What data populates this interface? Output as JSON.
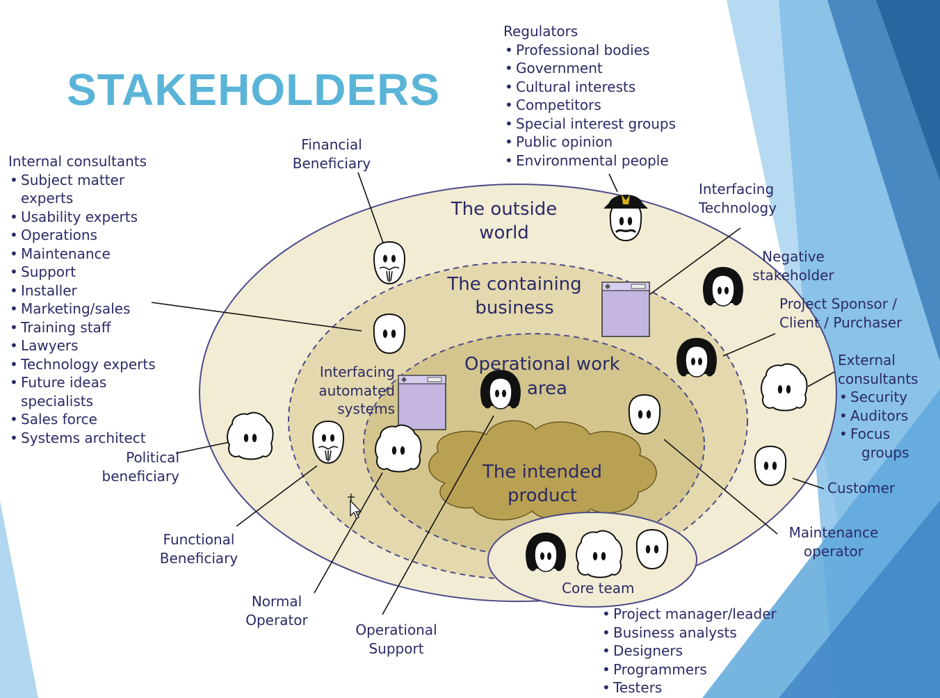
{
  "title": "STAKEHOLDERS",
  "zones": {
    "outside_world": [
      "The outside",
      "world"
    ],
    "containing_business": [
      "The containing",
      "business"
    ],
    "operational_work_area_l1": "Operational work",
    "operational_work_area_l2": "area",
    "intended_product": [
      "The intended",
      "product"
    ],
    "core_team": "Core team"
  },
  "regulators": {
    "heading": "Regulators",
    "items": [
      "Professional bodies",
      "Government",
      "Cultural interests",
      "Competitors",
      "Special interest groups",
      "Public opinion",
      "Environmental people"
    ]
  },
  "internal_consultants": {
    "heading": "Internal consultants",
    "items": [
      "Subject matter",
      "Usability experts",
      "Operations",
      "Maintenance",
      "Support",
      "Installer",
      "Marketing/sales",
      "Training staff",
      "Lawyers",
      "Technology experts",
      "Future ideas",
      "Sales force",
      "Systems architect"
    ],
    "subject_matter_cont": "experts",
    "future_ideas_cont": "specialists"
  },
  "financial_beneficiary": [
    "Financial",
    "Beneficiary"
  ],
  "interfacing_technology": [
    "Interfacing",
    "Technology"
  ],
  "negative_stakeholder": [
    "Negative",
    "stakeholder"
  ],
  "project_sponsor": [
    "Project Sponsor /",
    "Client / Purchaser"
  ],
  "external_consultants": {
    "heading_l1": "External",
    "heading_l2": "consultants",
    "items": [
      "Security",
      "Auditors",
      "Focus"
    ],
    "focus_cont": "groups"
  },
  "customer": "Customer",
  "maintenance_operator": [
    "Maintenance",
    "operator"
  ],
  "political_beneficiary": [
    "Political",
    "beneficiary"
  ],
  "interfacing_automated_systems": [
    "Interfacing",
    "automated",
    "systems"
  ],
  "functional_beneficiary": [
    "Functional",
    "Beneficiary"
  ],
  "normal_operator": [
    "Normal",
    "Operator"
  ],
  "operational_support": [
    "Operational",
    "Support"
  ],
  "core_team_members": [
    "Project manager/leader",
    "Business analysts",
    "Designers",
    "Programmers",
    "Testers"
  ],
  "colors": {
    "title": "#5ab4d8",
    "label_text": "#2a2a66",
    "outer_ellipse": "#f3ecd4",
    "middle_ellipse": "#e4d9ae",
    "inner_ellipse": "#d3c58d",
    "product_cloud": "#b9a154",
    "system_box": "#c4b6e0",
    "accent_blue_light": "#a9d3ee",
    "accent_blue_mid": "#5fa8dc",
    "accent_blue_dark": "#2e6fb0"
  }
}
